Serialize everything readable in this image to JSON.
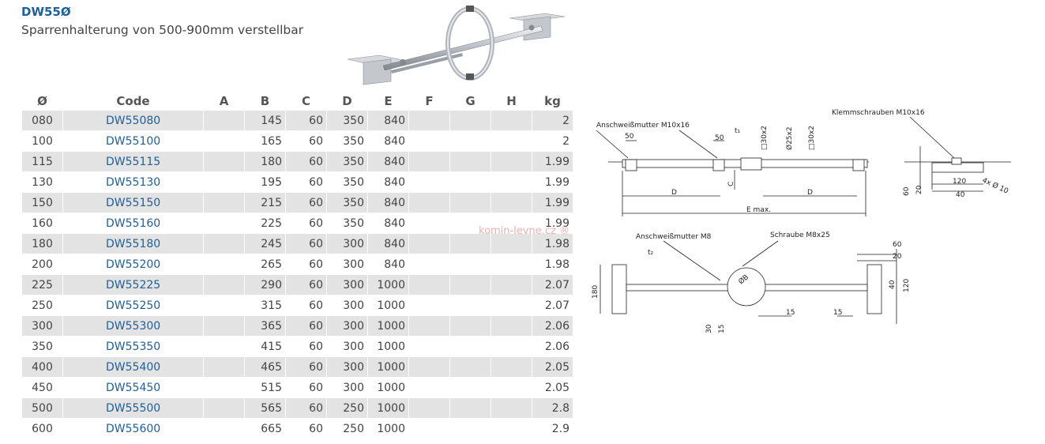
{
  "header": {
    "title": "DW55Ø",
    "subtitle": "Sparrenhalterung von 500-900mm verstellbar"
  },
  "table": {
    "headers": [
      "Ø",
      "Code",
      "A",
      "B",
      "C",
      "D",
      "E",
      "F",
      "G",
      "H",
      "kg"
    ],
    "rows": [
      [
        "080",
        "DW55080",
        "",
        "145",
        "60",
        "350",
        "840",
        "",
        "",
        "",
        "2"
      ],
      [
        "100",
        "DW55100",
        "",
        "165",
        "60",
        "350",
        "840",
        "",
        "",
        "",
        "2"
      ],
      [
        "115",
        "DW55115",
        "",
        "180",
        "60",
        "350",
        "840",
        "",
        "",
        "",
        "1.99"
      ],
      [
        "130",
        "DW55130",
        "",
        "195",
        "60",
        "350",
        "840",
        "",
        "",
        "",
        "1.99"
      ],
      [
        "150",
        "DW55150",
        "",
        "215",
        "60",
        "350",
        "840",
        "",
        "",
        "",
        "1.99"
      ],
      [
        "160",
        "DW55160",
        "",
        "225",
        "60",
        "350",
        "840",
        "",
        "",
        "",
        "1.99"
      ],
      [
        "180",
        "DW55180",
        "",
        "245",
        "60",
        "300",
        "840",
        "",
        "",
        "",
        "1.98"
      ],
      [
        "200",
        "DW55200",
        "",
        "265",
        "60",
        "300",
        "840",
        "",
        "",
        "",
        "1.98"
      ],
      [
        "225",
        "DW55225",
        "",
        "290",
        "60",
        "300",
        "1000",
        "",
        "",
        "",
        "2.07"
      ],
      [
        "250",
        "DW55250",
        "",
        "315",
        "60",
        "300",
        "1000",
        "",
        "",
        "",
        "2.07"
      ],
      [
        "300",
        "DW55300",
        "",
        "365",
        "60",
        "300",
        "1000",
        "",
        "",
        "",
        "2.06"
      ],
      [
        "350",
        "DW55350",
        "",
        "415",
        "60",
        "300",
        "1000",
        "",
        "",
        "",
        "2.06"
      ],
      [
        "400",
        "DW55400",
        "",
        "465",
        "60",
        "300",
        "1000",
        "",
        "",
        "",
        "2.05"
      ],
      [
        "450",
        "DW55450",
        "",
        "515",
        "60",
        "300",
        "1000",
        "",
        "",
        "",
        "2.05"
      ],
      [
        "500",
        "DW55500",
        "",
        "565",
        "60",
        "250",
        "1000",
        "",
        "",
        "",
        "2.8"
      ],
      [
        "600",
        "DW55600",
        "",
        "665",
        "60",
        "250",
        "1000",
        "",
        "",
        "",
        "2.9"
      ]
    ]
  },
  "watermark": "komin-levne.cz ®",
  "drawing": {
    "top_left_label": "Anschweißmutter M10x16",
    "top_right_label": "Klemmschrauben M10x16",
    "dim_50a": "50",
    "dim_50b": "50",
    "dim_t1": "t₁",
    "dim_sq30a": "□30x2",
    "dim_phi25": "Ø25x2",
    "dim_sq30b": "□30x2",
    "dim_c": "C",
    "dim_d1": "D",
    "dim_d2": "D",
    "dim_emax": "E max.",
    "side_60": "60",
    "side_20": "20",
    "side_120": "120",
    "side_40": "40",
    "side_hole": "4x Ø 10",
    "bottom_left_label": "Anschweißmutter M8",
    "bottom_right_label": "Schraube M8x25",
    "dim_t2": "t₂",
    "dim_180": "180",
    "dim_phiB": "ØB",
    "dim_30": "30",
    "dim_15a": "15",
    "dim_15b": "15",
    "dim_15c": "15",
    "r_60": "60",
    "r_20": "20",
    "r_40": "40",
    "r_120": "120"
  },
  "colors": {
    "title": "#1f5f9a",
    "row_shade": "#e3e3e3",
    "watermark": "#e8a2a2"
  }
}
